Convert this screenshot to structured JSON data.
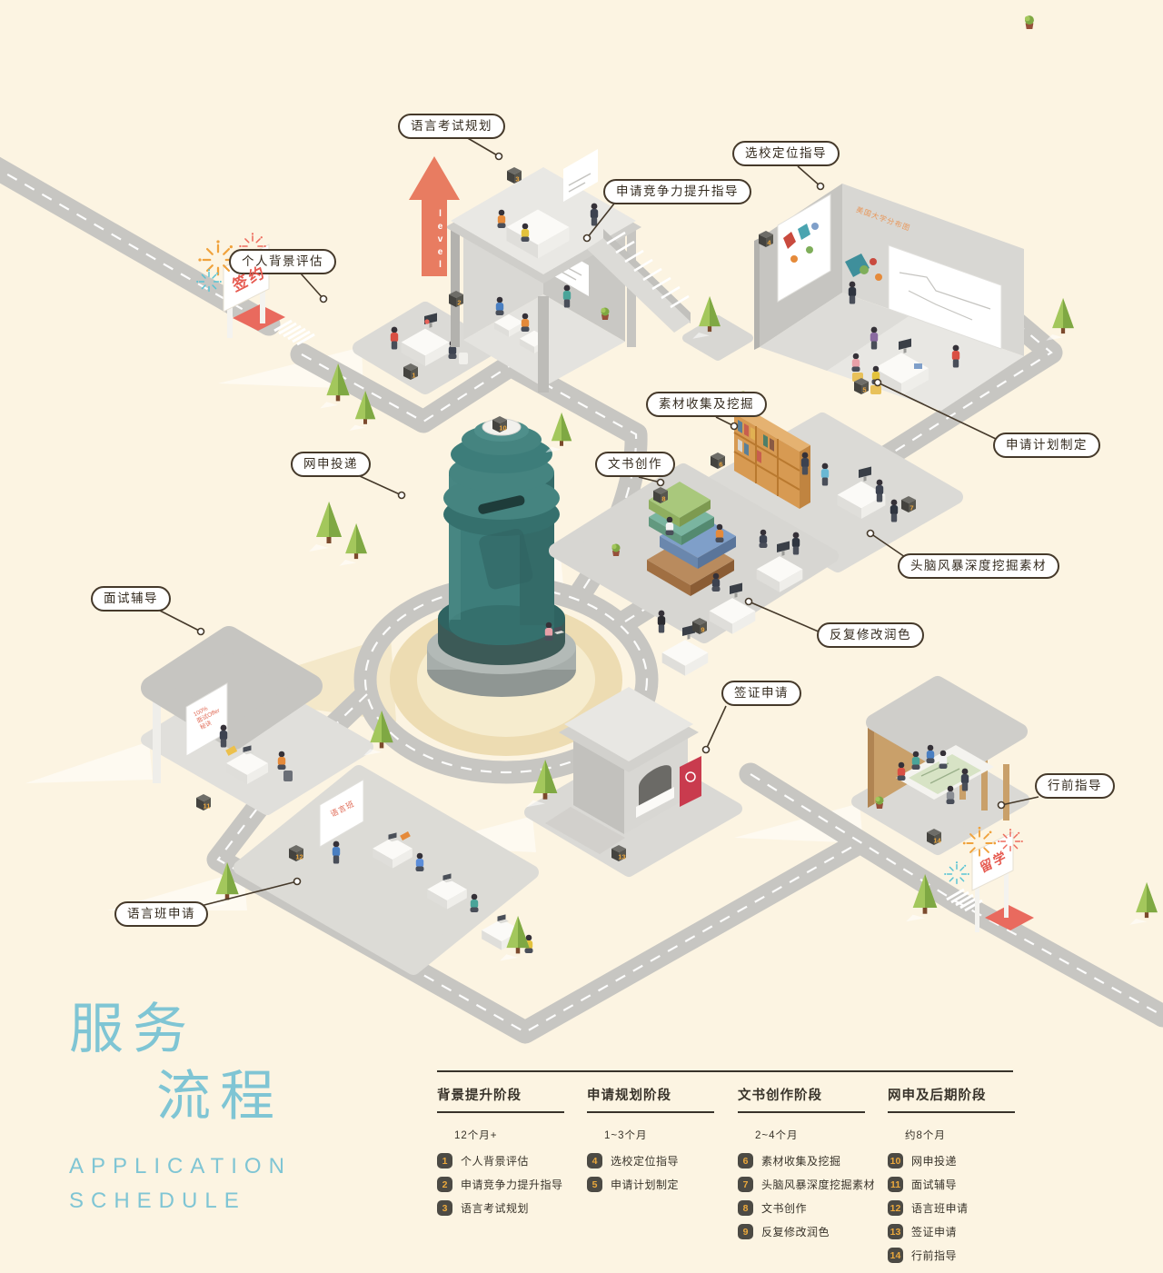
{
  "title": {
    "zh1": "服务",
    "zh2": "流程",
    "en1": "APPLICATION",
    "en2": "SCHEDULE"
  },
  "callouts": [
    {
      "label": "语言考试规划"
    },
    {
      "label": "申请竞争力提升指导"
    },
    {
      "label": "选校定位指导"
    },
    {
      "label": "个人背景评估"
    },
    {
      "label": "素材收集及挖掘"
    },
    {
      "label": "申请计划制定"
    },
    {
      "label": "文书创作"
    },
    {
      "label": "头脑风暴深度挖掘素材"
    },
    {
      "label": "反复修改润色"
    },
    {
      "label": "网申投递"
    },
    {
      "label": "面试辅导"
    },
    {
      "label": "签证申请"
    },
    {
      "label": "行前指导"
    },
    {
      "label": "语言班申请"
    }
  ],
  "signs": {
    "contract": "签约",
    "abroad": "留学"
  },
  "boards": {
    "level": "level",
    "us_map": "美国大学分布图",
    "interview": [
      "100%",
      "面试Offer",
      "秘诀"
    ],
    "language_class": "语言班"
  },
  "cubes": [
    "1",
    "2",
    "3",
    "4",
    "5",
    "6",
    "7",
    "8",
    "9",
    "10",
    "11",
    "12",
    "13",
    "14"
  ],
  "legend": {
    "columns": [
      {
        "header": "背景提升阶段",
        "duration": "12个月+",
        "items": [
          {
            "num": "1",
            "label": "个人背景评估"
          },
          {
            "num": "2",
            "label": "申请竞争力提升指导"
          },
          {
            "num": "3",
            "label": "语言考试规划"
          }
        ]
      },
      {
        "header": "申请规划阶段",
        "duration": "1~3个月",
        "items": [
          {
            "num": "4",
            "label": "选校定位指导"
          },
          {
            "num": "5",
            "label": "申请计划制定"
          }
        ]
      },
      {
        "header": "文书创作阶段",
        "duration": "2~4个月",
        "items": [
          {
            "num": "6",
            "label": "素材收集及挖掘"
          },
          {
            "num": "7",
            "label": "头脑风暴深度挖掘素材"
          },
          {
            "num": "8",
            "label": "文书创作"
          },
          {
            "num": "9",
            "label": "反复修改润色"
          }
        ]
      },
      {
        "header": "网申及后期阶段",
        "duration": "约8个月",
        "items": [
          {
            "num": "10",
            "label": "网申投递"
          },
          {
            "num": "11",
            "label": "面试辅导"
          },
          {
            "num": "12",
            "label": "语言班申请"
          },
          {
            "num": "13",
            "label": "签证申请"
          },
          {
            "num": "14",
            "label": "行前指导"
          }
        ]
      }
    ]
  },
  "colors": {
    "background": "#fcf4e2",
    "accent_teal": "#7fc5d4",
    "red": "#e65a50",
    "mailbox": "#3d7d7a",
    "number_orange": "#eda73e"
  }
}
